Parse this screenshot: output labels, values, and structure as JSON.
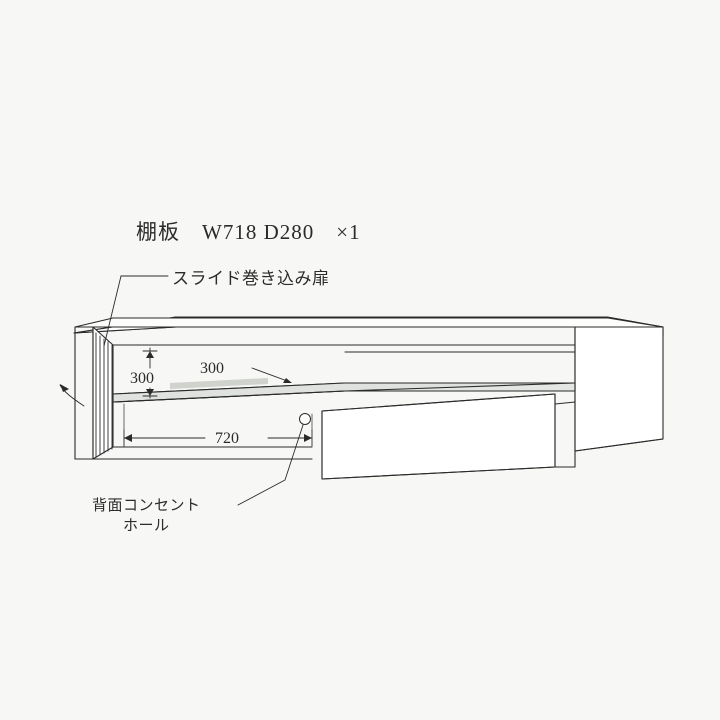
{
  "page": {
    "background_color": "#f7f7f5",
    "line_color": "#2b2b2b"
  },
  "title": "棚板　W718 D280　×1",
  "labels": {
    "slide_door": "スライド巻き込み扉",
    "outlet_hole_line1": "背面コンセント",
    "outlet_hole_line2": "ホール"
  },
  "dimensions": {
    "height_300": "300",
    "depth_300": "300",
    "width_720": "720"
  },
  "diagram": {
    "type": "technical-line-drawing",
    "subject": "tv-board-cabinet",
    "fills": {
      "top_panel": "#ffffff",
      "shelf": "#e4e6e3",
      "drawer_front": "#ffffff",
      "side_panel": "#ffffff"
    }
  }
}
